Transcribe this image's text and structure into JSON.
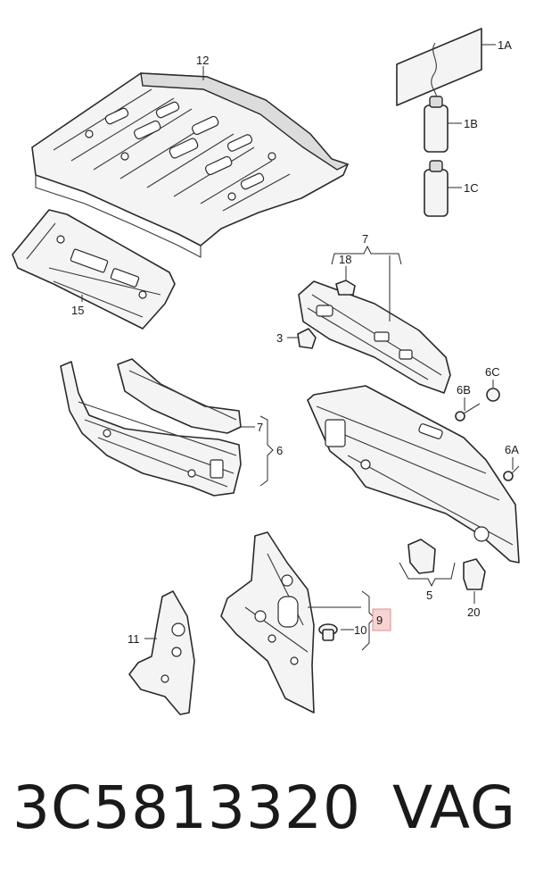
{
  "callouts": {
    "c1A": "1A",
    "c1B": "1B",
    "c1C": "1C",
    "c3": "3",
    "c5": "5",
    "c6": "6",
    "c6A": "6A",
    "c6B": "6B",
    "c6C": "6C",
    "c7a": "7",
    "c7b": "7",
    "c9": "9",
    "c10": "10",
    "c11": "11",
    "c12": "12",
    "c15": "15",
    "c18": "18",
    "c20": "20"
  },
  "highlight_color": "#f7d4d4",
  "footer": {
    "part_number": "3C5813320",
    "brand": "VAG"
  }
}
